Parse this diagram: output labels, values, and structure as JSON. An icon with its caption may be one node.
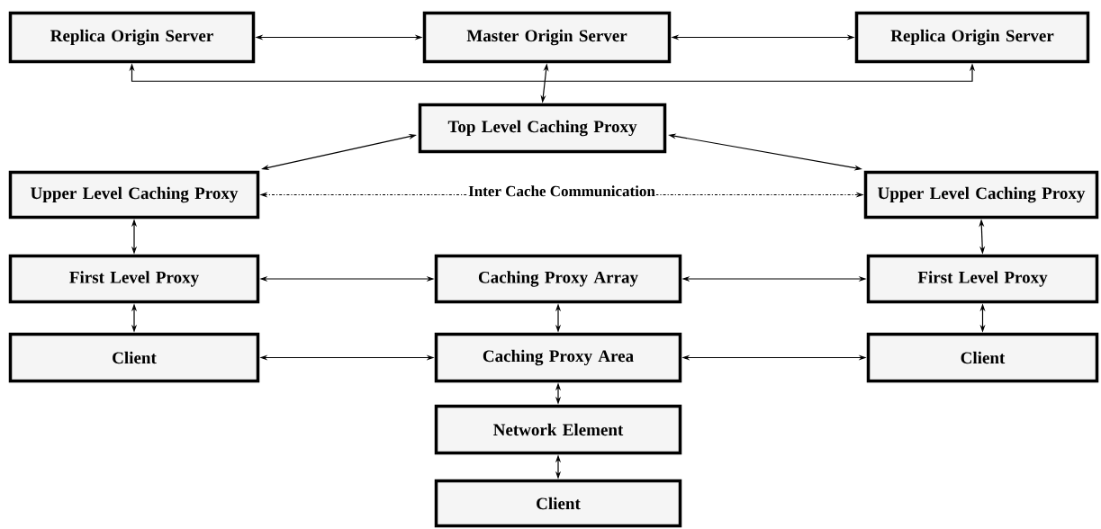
{
  "diagram": {
    "nodes": [
      {
        "text": [
          "Replica Origin Server"
        ]
      },
      {
        "text": [
          "Master Origin Server"
        ]
      },
      {
        "text": [
          "Replica Origin Server"
        ]
      },
      {
        "text": [
          "Top Level Caching Proxy"
        ]
      },
      {
        "text": [
          "Upper Level Caching Proxy"
        ]
      },
      {
        "text": [
          "Upper Level Caching Proxy"
        ]
      },
      {
        "text": [
          "First Level Proxy"
        ]
      },
      {
        "text": [
          "Caching Proxy Array"
        ]
      },
      {
        "text": [
          "First Level Proxy"
        ]
      },
      {
        "text": [
          "Client"
        ]
      },
      {
        "text": [
          "Caching Proxy Area"
        ]
      },
      {
        "text": [
          "Client"
        ]
      },
      {
        "text": [
          "Network Element"
        ]
      },
      {
        "text": [
          "Client"
        ]
      }
    ],
    "edges": [
      {
        "from": 0,
        "to": 1,
        "arrow": "both"
      },
      {
        "from": 1,
        "to": 2,
        "arrow": "both"
      },
      {
        "from": 0,
        "to": 2,
        "arrow": "both"
      },
      {
        "from": 1,
        "to": 3,
        "arrow": "both"
      },
      {
        "from": 3,
        "to": 4,
        "arrow": "both"
      },
      {
        "from": 3,
        "to": 5,
        "arrow": "both"
      },
      {
        "from": 4,
        "to": 5,
        "arrow": "both",
        "style": "dashed",
        "label": "Inter Cache Communication"
      },
      {
        "from": 4,
        "to": 6,
        "arrow": "both"
      },
      {
        "from": 5,
        "to": 8,
        "arrow": "both"
      },
      {
        "from": 6,
        "to": 9,
        "arrow": "both"
      },
      {
        "from": 8,
        "to": 11,
        "arrow": "both"
      },
      {
        "from": 6,
        "to": 7,
        "arrow": "both"
      },
      {
        "from": 7,
        "to": 8,
        "arrow": "both"
      },
      {
        "from": 7,
        "to": 10,
        "arrow": "both"
      },
      {
        "from": 9,
        "to": 10,
        "arrow": "both"
      },
      {
        "from": 10,
        "to": 11,
        "arrow": "both"
      },
      {
        "from": 10,
        "to": 12,
        "arrow": "both"
      },
      {
        "from": 12,
        "to": 13,
        "arrow": "both"
      }
    ]
  }
}
